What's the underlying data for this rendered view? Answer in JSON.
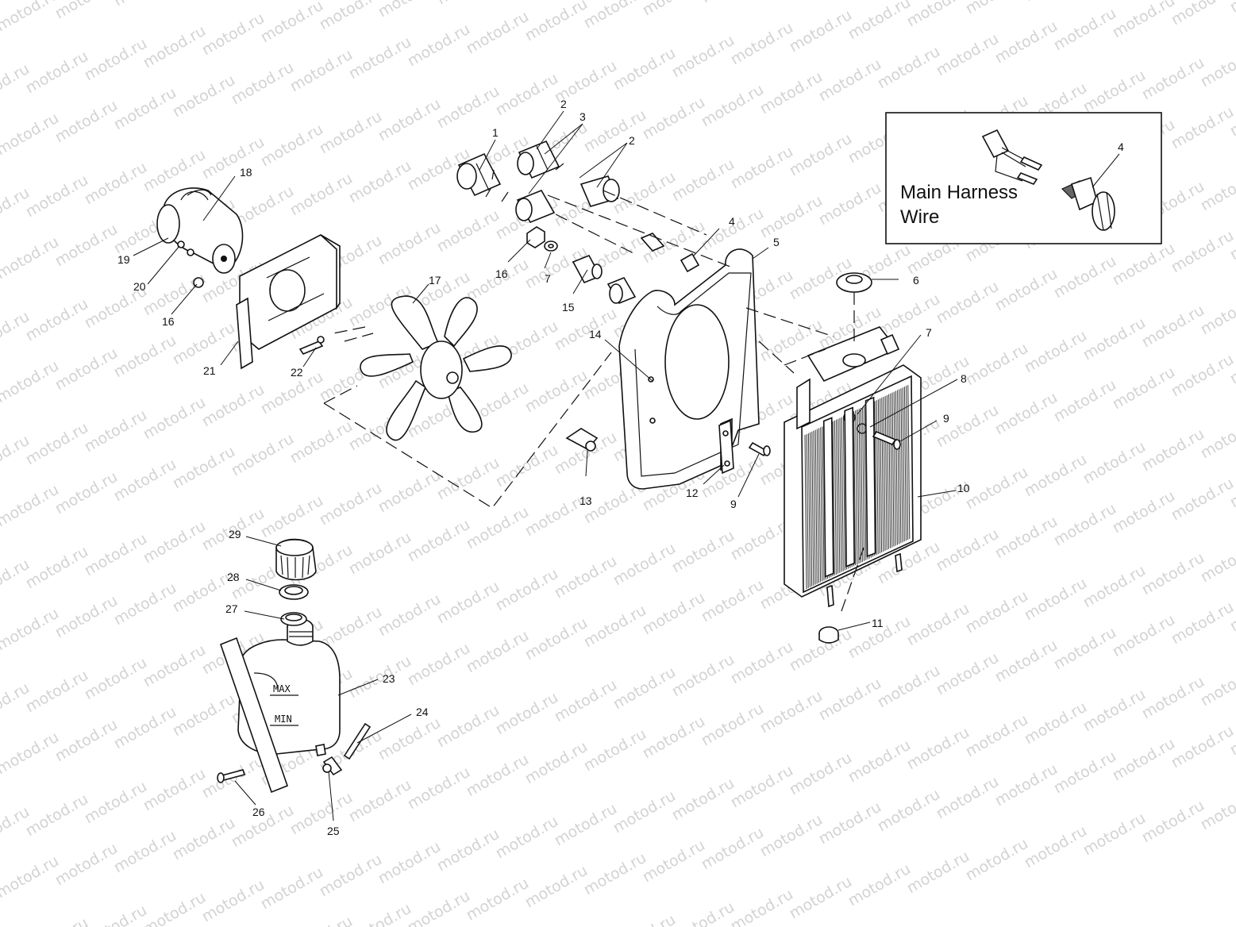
{
  "watermark": "motod.ru",
  "inset": {
    "label_line1": "Main Harness",
    "label_line2": "Wire",
    "callout": "4"
  },
  "callouts": {
    "c1": "1",
    "c2a": "2",
    "c2b": "2",
    "c3": "3",
    "c4": "4",
    "c5": "5",
    "c6": "6",
    "c7a": "7",
    "c7b": "7",
    "c8": "8",
    "c9a": "9",
    "c9b": "9",
    "c10": "10",
    "c11": "11",
    "c12": "12",
    "c13": "13",
    "c14": "14",
    "c15": "15",
    "c16a": "16",
    "c16b": "16",
    "c17": "17",
    "c18": "18",
    "c19": "19",
    "c20": "20",
    "c21": "21",
    "c22": "22",
    "c23": "23",
    "c24": "24",
    "c25": "25",
    "c26": "26",
    "c27": "27",
    "c28": "28",
    "c29": "29"
  },
  "tank": {
    "max_mark": "MAX",
    "min_mark": "MIN"
  },
  "colors": {
    "line": "#111111",
    "watermark": "#d3d3d3",
    "background": "#ffffff"
  }
}
